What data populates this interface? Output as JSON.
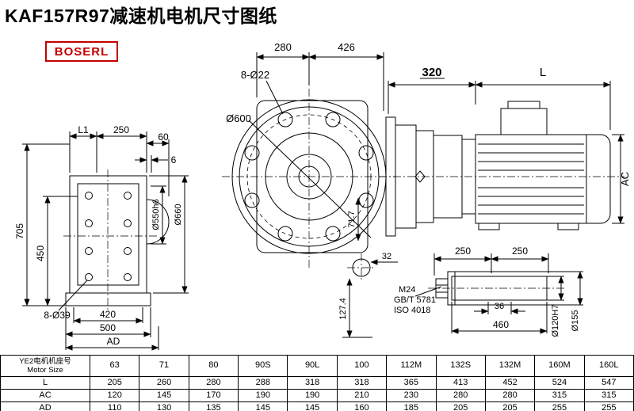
{
  "title": "KAF157R97减速机电机尺寸图纸",
  "logo": "BOSERL",
  "front_view": {
    "l1": "L1",
    "d250": "250",
    "d60": "60",
    "d6": "6",
    "d705": "705",
    "d450": "450",
    "holes": "8-Ø39",
    "d420": "420",
    "d500": "500",
    "ad": "AD",
    "d550": "Ø550h6",
    "d660": "Ø660"
  },
  "flange_view": {
    "d280": "280",
    "d426": "426",
    "holes": "8-Ø22",
    "d600": "Ø600",
    "d717": "71.7",
    "d32": "32",
    "d1274": "127.4"
  },
  "motor_view": {
    "d320": "320",
    "l": "L",
    "ac": "AC"
  },
  "shaft_detail": {
    "d250a": "250",
    "d250b": "250",
    "m24": "M24",
    "gbt": "GB/T 5781",
    "iso": "ISO 4018",
    "d36": "36",
    "d460": "460",
    "d120": "Ø120H7",
    "d155": "Ø155"
  },
  "table": {
    "header_cn": "YE2电机机座号",
    "header_en": "Motor Size",
    "sizes": [
      "63",
      "71",
      "80",
      "90S",
      "90L",
      "100",
      "112M",
      "132S",
      "132M",
      "160M",
      "160L"
    ],
    "rows": [
      {
        "label": "L",
        "values": [
          "205",
          "260",
          "280",
          "288",
          "318",
          "318",
          "365",
          "413",
          "452",
          "524",
          "547"
        ]
      },
      {
        "label": "AC",
        "values": [
          "120",
          "145",
          "170",
          "190",
          "190",
          "210",
          "230",
          "280",
          "280",
          "315",
          "315"
        ]
      },
      {
        "label": "AD",
        "values": [
          "110",
          "130",
          "135",
          "145",
          "145",
          "160",
          "185",
          "205",
          "205",
          "255",
          "255"
        ]
      }
    ]
  }
}
